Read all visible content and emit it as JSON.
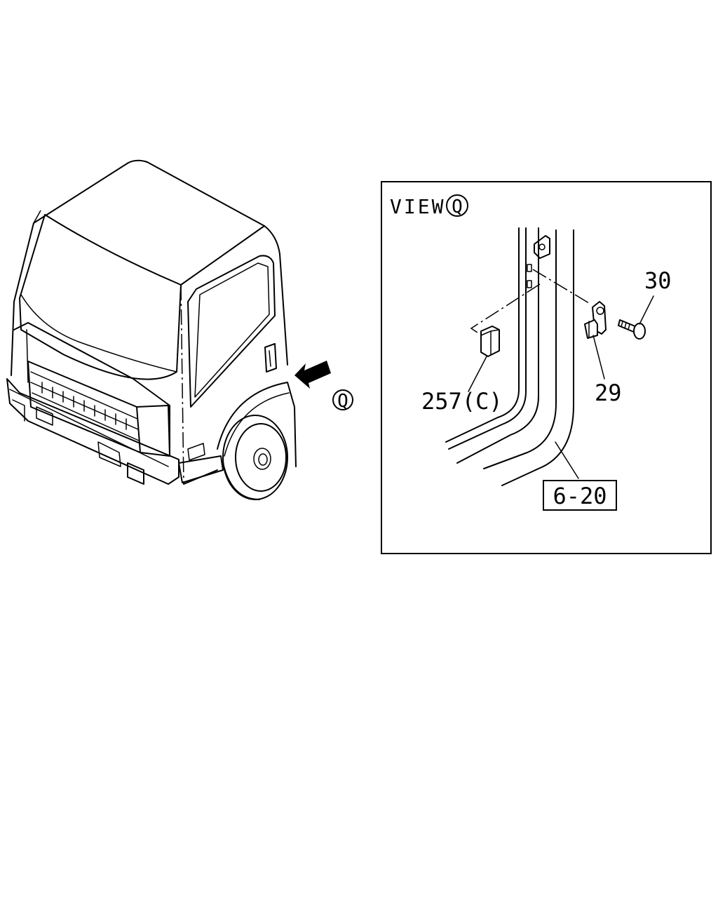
{
  "view": {
    "prefix": "VIEW",
    "letter": "Q"
  },
  "arrow_marker": "Q",
  "callouts": {
    "bolt": "30",
    "bracket": "29",
    "cover": "257(C)",
    "reference": "6-20"
  }
}
